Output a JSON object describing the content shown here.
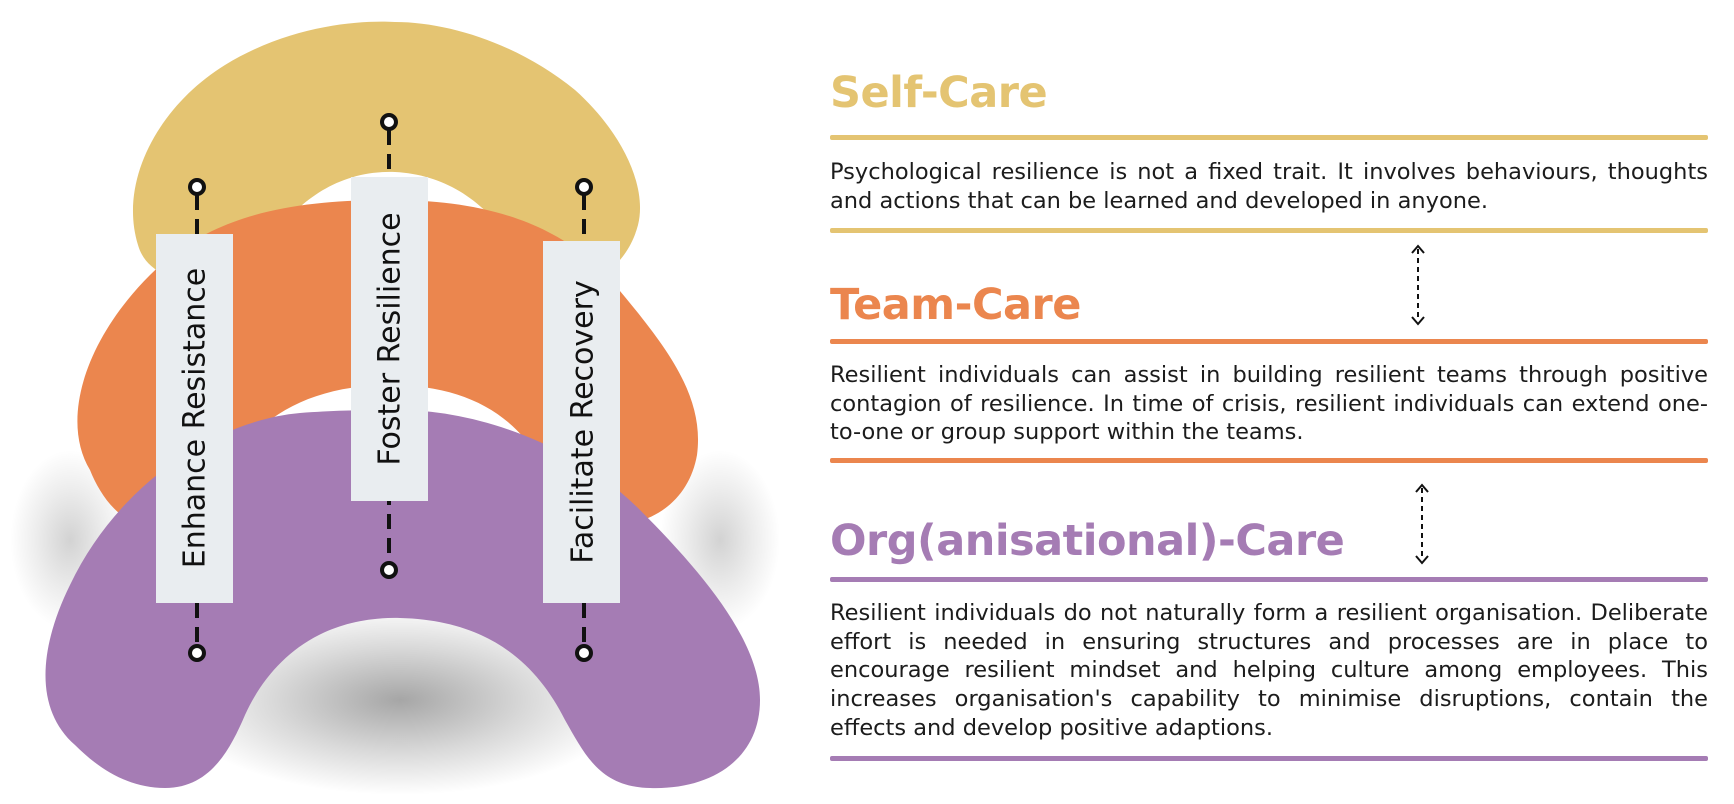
{
  "colors": {
    "self_care": "#E4C472",
    "team_care": "#EB864E",
    "org_care": "#A57CB4",
    "label_box": "#E9EDF0",
    "text": "#1c1c1c"
  },
  "diagram": {
    "labels": {
      "enhance_resistance": "Enhance Resistance",
      "foster_resilience": "Foster Resilience",
      "facilitate_recovery": "Facilitate Recovery"
    }
  },
  "sections": {
    "self_care": {
      "title": "Self-Care",
      "body": "Psychological resilience is not a fixed trait. It involves behaviours, thoughts and actions that can be learned and developed in anyone."
    },
    "team_care": {
      "title": "Team-Care",
      "body": "Resilient individuals can assist in building resilient teams through positive contagion of resilience. In time of crisis, resilient individuals can extend one-to-one or group support within the teams."
    },
    "org_care": {
      "title": "Org(anisational)-Care",
      "body": "Resilient individuals do not naturally form a resilient organisation. Deliberate effort is needed in ensuring structures and processes are in place to encourage resilient mindset and helping culture among employees. This increases organisation's capability to minimise disruptions, contain the effects and develop positive adaptions."
    }
  }
}
